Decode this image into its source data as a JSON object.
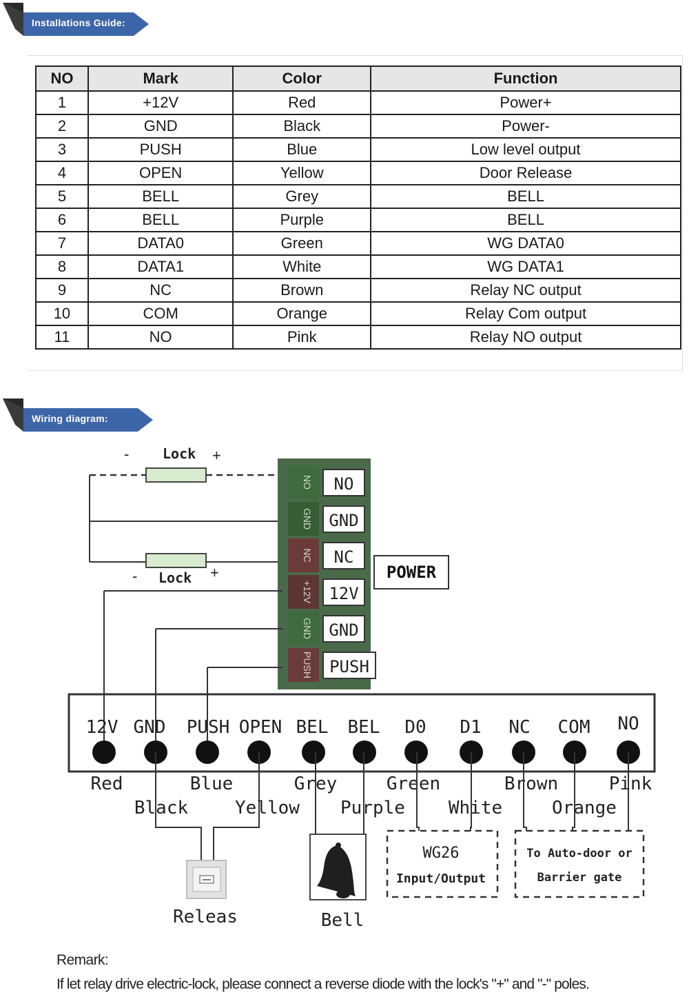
{
  "sections": {
    "installation_title": "Installations Guide:",
    "wiring_title": "Wiring diagram:"
  },
  "table": {
    "headers": [
      "NO",
      "Mark",
      "Color",
      "Function"
    ],
    "rows": [
      [
        "1",
        "+12V",
        "Red",
        "Power+"
      ],
      [
        "2",
        "GND",
        "Black",
        "Power-"
      ],
      [
        "3",
        "PUSH",
        "Blue",
        "Low level output"
      ],
      [
        "4",
        "OPEN",
        "Yellow",
        "Door Release"
      ],
      [
        "5",
        "BELL",
        "Grey",
        "BELL"
      ],
      [
        "6",
        "BELL",
        "Purple",
        "BELL"
      ],
      [
        "7",
        "DATA0",
        "Green",
        "WG DATA0"
      ],
      [
        "8",
        "DATA1",
        "White",
        "WG DATA1"
      ],
      [
        "9",
        "NC",
        "Brown",
        "Relay NC output"
      ],
      [
        "10",
        "COM",
        "Orange",
        "Relay Com output"
      ],
      [
        "11",
        "NO",
        "Pink",
        "Relay NO output"
      ]
    ]
  },
  "diagram": {
    "lock_label": "Lock",
    "minus": "-",
    "plus": "+",
    "power_label": "POWER",
    "relay_terminals": [
      "NO",
      "GND",
      "NC",
      "12V",
      "GND",
      "PUSH"
    ],
    "board_vertical_labels": [
      "NO",
      "GND",
      "NC",
      "+12V",
      "GND",
      "PUSH"
    ],
    "terminals": [
      "12V",
      "GND",
      "PUSH",
      "OPEN",
      "BEL",
      "BEL",
      "D0",
      "D1",
      "NC",
      "COM",
      "NO"
    ],
    "wire_colors": [
      "Red",
      "Black",
      "Blue",
      "Yellow",
      "Grey",
      "Purple",
      "Green",
      "White",
      "Brown",
      "Orange",
      "Pink"
    ],
    "wg26_line1": "WG26",
    "wg26_line2": "Input/Output",
    "auto_door_line1": "To Auto-door or",
    "auto_door_line2": "Barrier gate",
    "release_label": "Releas",
    "bell_label": "Bell",
    "colors": {
      "banner_blue": "#3d66a8",
      "banner_dark": "#2a2a2a",
      "board_green": "#3d6b3d",
      "board_red": "#6b3b3b",
      "lock_fill": "#d8ecd0"
    }
  },
  "remark": {
    "title": "Remark:",
    "text": "If let relay drive electric-lock, please connect a reverse diode with the lock's \"+\" and \"-\" poles."
  }
}
